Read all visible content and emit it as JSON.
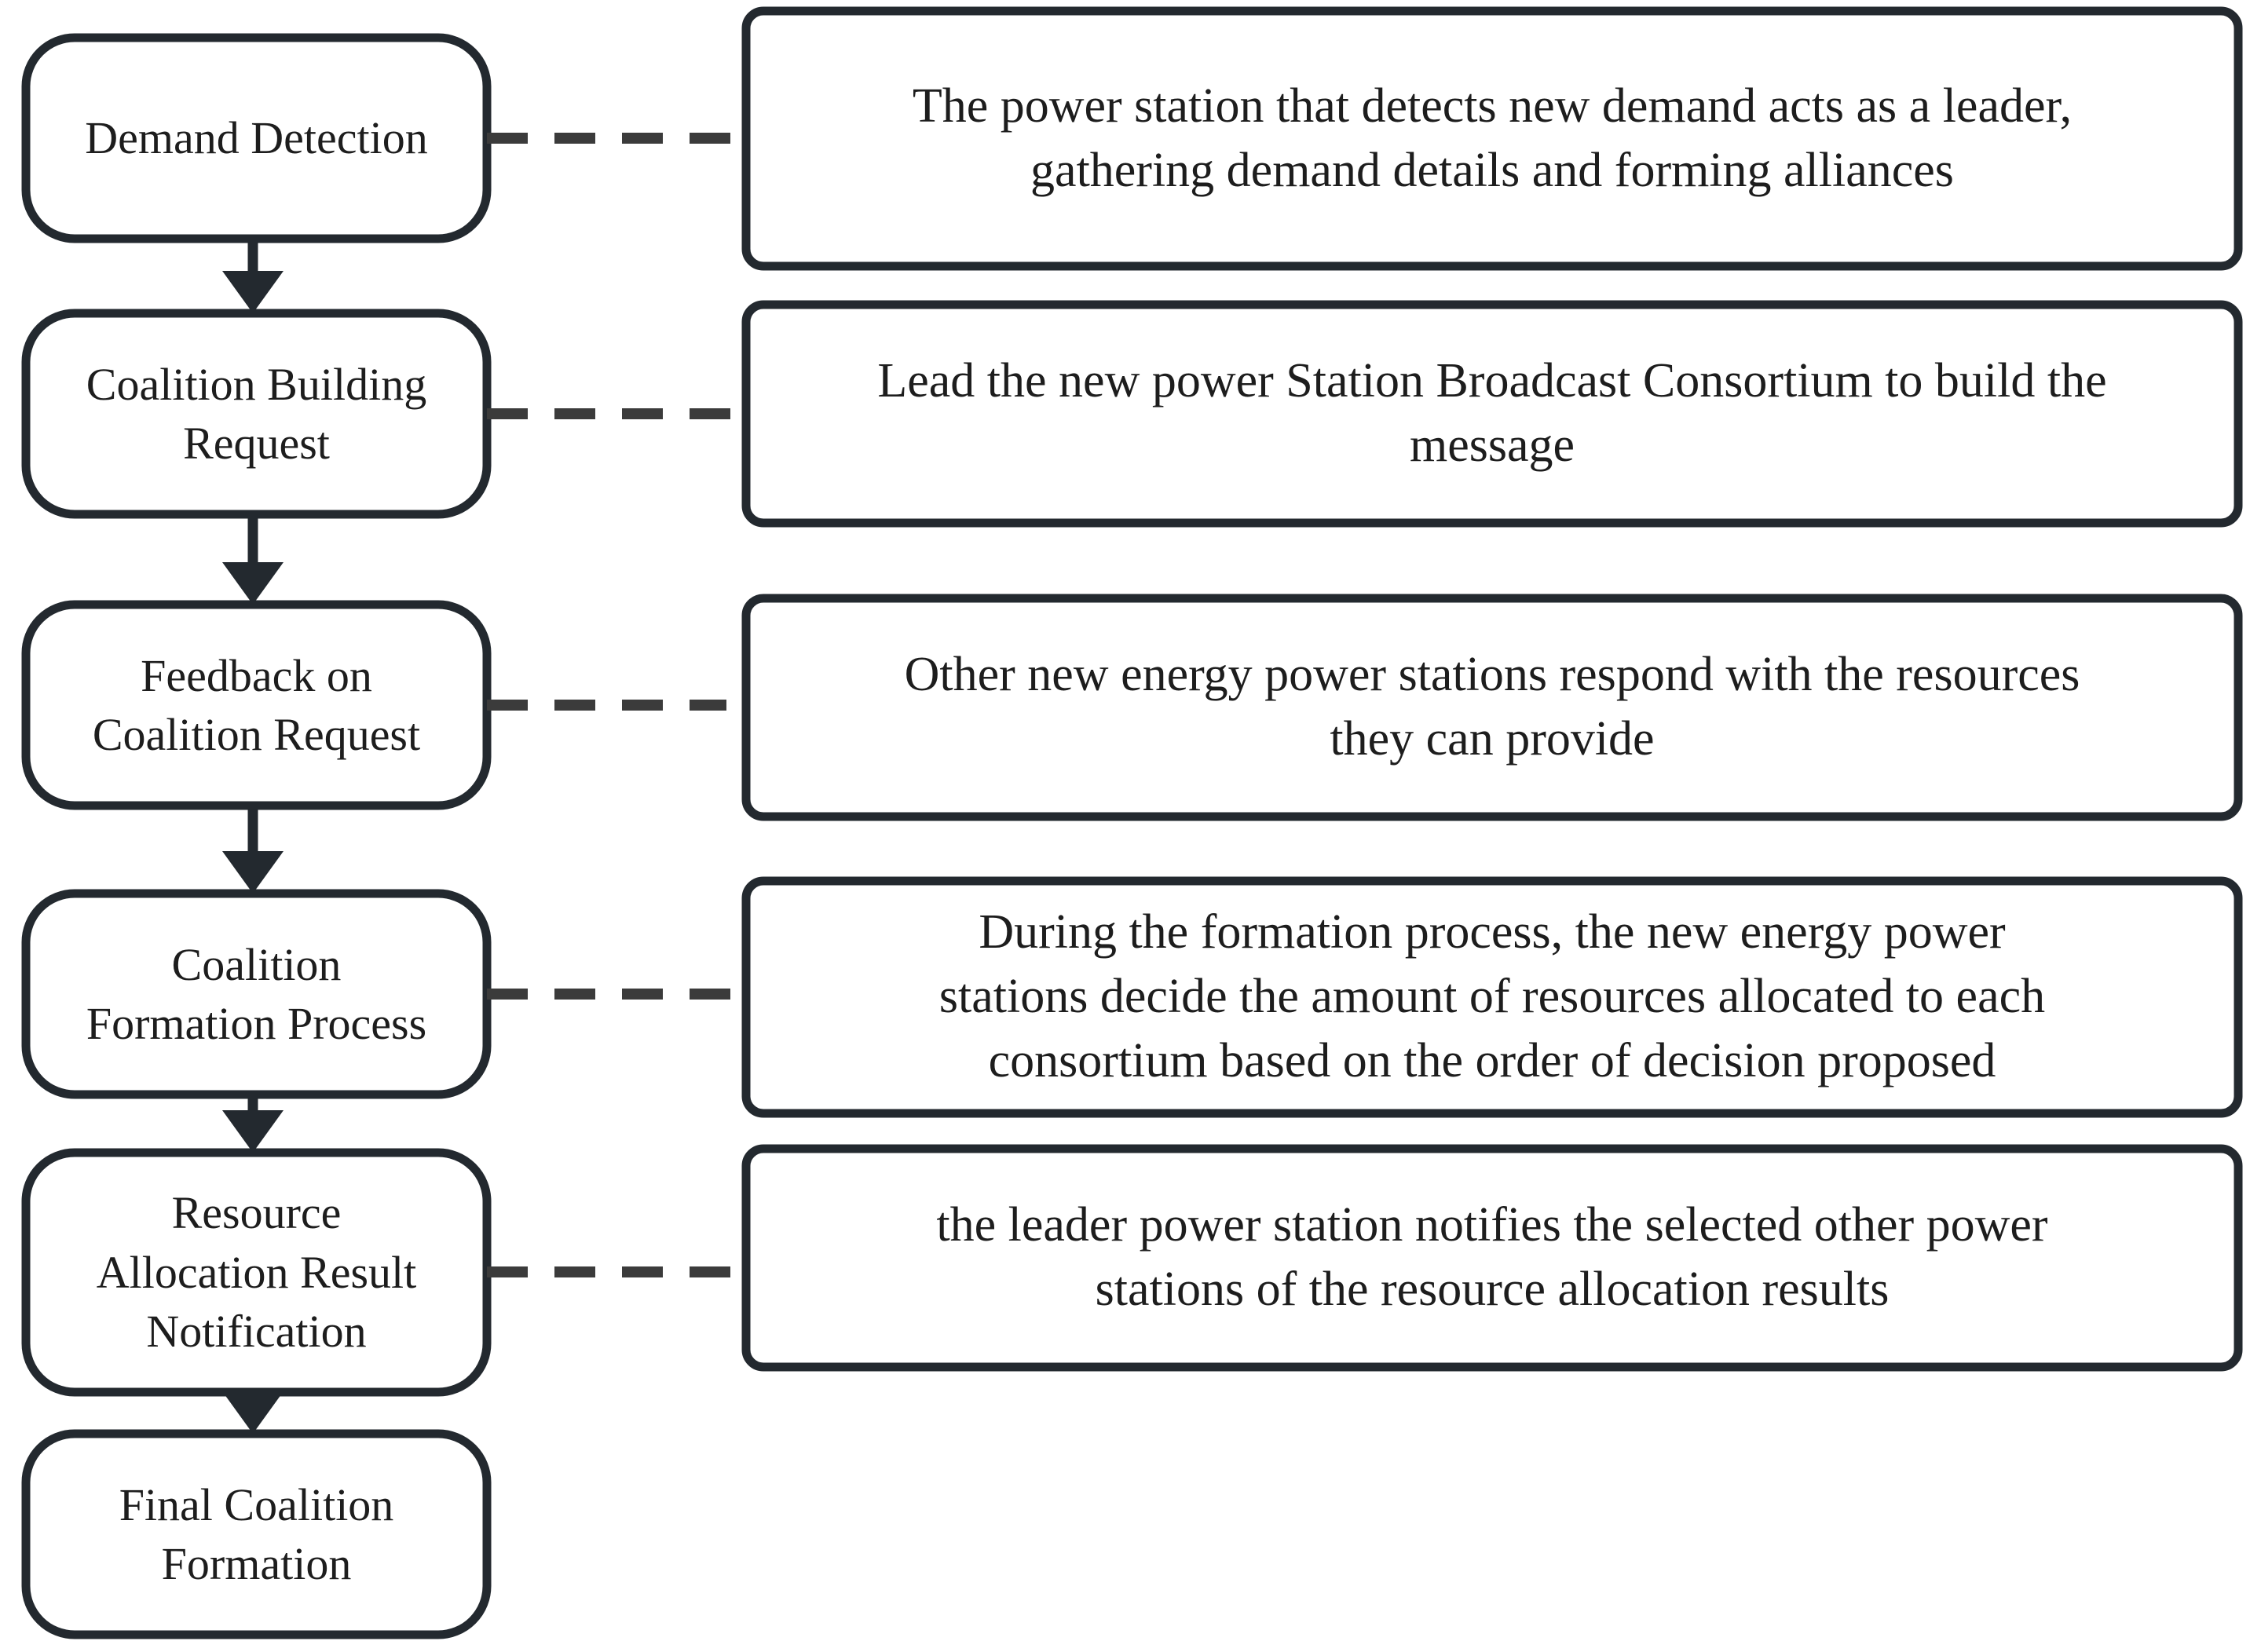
{
  "diagram": {
    "type": "flowchart",
    "title": "Coalition Formation Process Flow",
    "orientation": "vertical",
    "colors": {
      "stroke": "#23292f",
      "text": "#1d1d1d",
      "background": "#ffffff"
    },
    "connector_styles": {
      "sequence": "solid-arrow-down",
      "annotation": "dashed-horizontal"
    }
  },
  "nodes": [
    {
      "id": "demand-detection",
      "lines": [
        "Demand Detection"
      ],
      "shape": "rounded-rectangle"
    },
    {
      "id": "coalition-building-request",
      "lines": [
        "Coalition Building",
        "Request"
      ],
      "shape": "rounded-rectangle"
    },
    {
      "id": "feedback-on-coalition-request",
      "lines": [
        "Feedback on",
        "Coalition Request"
      ],
      "shape": "rounded-rectangle"
    },
    {
      "id": "coalition-formation-process",
      "lines": [
        "Coalition",
        "Formation Process"
      ],
      "shape": "rounded-rectangle"
    },
    {
      "id": "resource-allocation-result-notification",
      "lines": [
        "Resource",
        "Allocation Result",
        "Notification"
      ],
      "shape": "rounded-rectangle"
    },
    {
      "id": "final-coalition-formation",
      "lines": [
        "Final Coalition",
        "Formation"
      ],
      "shape": "rounded-rectangle"
    }
  ],
  "descriptions": [
    {
      "id": "desc-demand-detection",
      "for": "demand-detection",
      "lines": [
        "The power station that detects new demand acts as a leader,",
        "gathering demand details and forming alliances"
      ]
    },
    {
      "id": "desc-coalition-building-request",
      "for": "coalition-building-request",
      "lines": [
        "Lead the new power Station Broadcast Consortium to build the",
        "message"
      ]
    },
    {
      "id": "desc-feedback-on-coalition-request",
      "for": "feedback-on-coalition-request",
      "lines": [
        "Other new energy power stations respond with the resources",
        "they can provide"
      ]
    },
    {
      "id": "desc-coalition-formation-process",
      "for": "coalition-formation-process",
      "lines": [
        "During the formation process, the new energy power",
        "stations decide the amount of resources allocated to each",
        "consortium based on the order of decision proposed"
      ]
    },
    {
      "id": "desc-resource-allocation-result-notification",
      "for": "resource-allocation-result-notification",
      "lines": [
        "the leader power station notifies the selected other power",
        "stations of the resource allocation results"
      ]
    }
  ],
  "edges": [
    {
      "from": "demand-detection",
      "to": "coalition-building-request",
      "style": "arrow"
    },
    {
      "from": "coalition-building-request",
      "to": "feedback-on-coalition-request",
      "style": "arrow"
    },
    {
      "from": "feedback-on-coalition-request",
      "to": "coalition-formation-process",
      "style": "arrow"
    },
    {
      "from": "coalition-formation-process",
      "to": "resource-allocation-result-notification",
      "style": "arrow"
    },
    {
      "from": "resource-allocation-result-notification",
      "to": "final-coalition-formation",
      "style": "arrow"
    }
  ]
}
